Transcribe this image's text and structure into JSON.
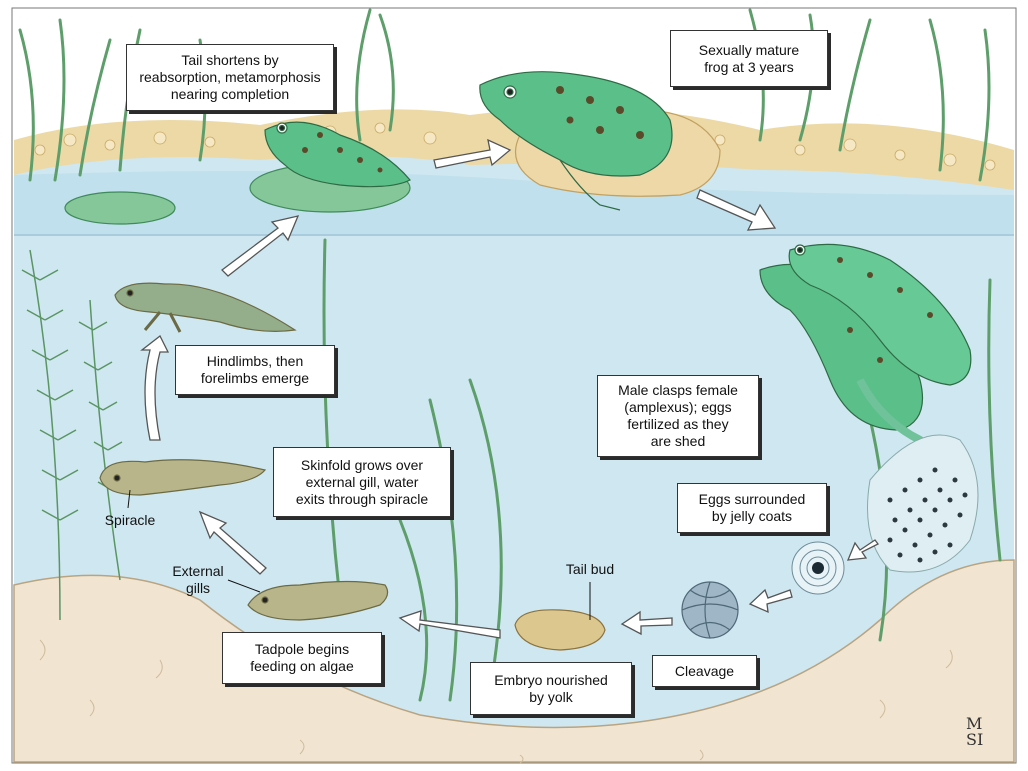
{
  "labels": {
    "tail_shortens": [
      "Tail shortens by",
      "reabsorption, metamorphosis",
      "nearing completion"
    ],
    "sexually_mature": [
      "Sexually mature",
      "frog at 3 years"
    ],
    "hindlimbs": [
      "Hindlimbs, then",
      "forelimbs emerge"
    ],
    "male_clasps": [
      "Male clasps female",
      "(amplexus); eggs",
      "fertilized as they",
      "are shed"
    ],
    "skinfold": [
      "Skinfold grows over",
      "external gill, water",
      "exits through spiracle"
    ],
    "eggs_jelly": [
      "Eggs surrounded",
      "by jelly coats"
    ],
    "tadpole_feeding": [
      "Tadpole begins",
      "feeding on algae"
    ],
    "embryo_yolk": [
      "Embryo nourished",
      "by yolk"
    ],
    "cleavage": [
      "Cleavage"
    ]
  },
  "callouts": {
    "spiracle": "Spiracle",
    "external_gills": [
      "External",
      "gills"
    ],
    "tail_bud": "Tail bud"
  },
  "signature": [
    "M",
    "S",
    "I"
  ],
  "colors": {
    "water": "#cfe7f1",
    "water_surface": "#b9dcea",
    "soil": "#f1e4d0",
    "pebbles": "#e9d29a",
    "frog_green": "#5bbf8a",
    "frog_spots": "#5a4a2a",
    "tadpole": "#b9b58a",
    "plant": "#5d9e6a"
  }
}
